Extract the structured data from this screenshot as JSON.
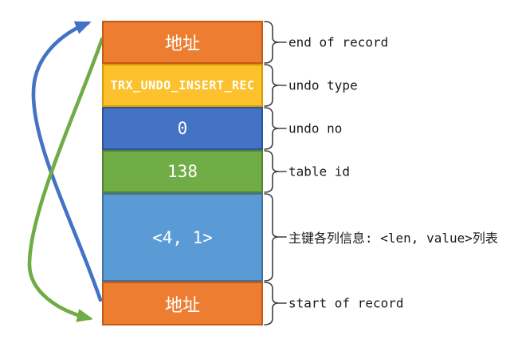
{
  "diagram": {
    "rows": [
      {
        "cell": "地址",
        "label": "end of record"
      },
      {
        "cell": "TRX_UNDO_INSERT_REC",
        "label": "undo type"
      },
      {
        "cell": "0",
        "label": "undo no"
      },
      {
        "cell": "138",
        "label": "table id"
      },
      {
        "cell": "<4, 1>",
        "label": "主键各列信息: <len, value>列表"
      },
      {
        "cell": "地址",
        "label": "start of record"
      }
    ],
    "arrows": [
      {
        "name": "pointer-to-end-of-record",
        "color": "#4472C4"
      },
      {
        "name": "pointer-to-start-of-record",
        "color": "#6FAC46"
      }
    ],
    "colors": {
      "orange_fill": "#ED7D31",
      "orange_border": "#C55A11",
      "gold_fill": "#FCC12D",
      "gold_border": "#D79B00",
      "blue_fill": "#4472C4",
      "blue_border": "#2F5597",
      "green_fill": "#70AD47",
      "green_border": "#538135",
      "lightblue_fill": "#5B9BD5",
      "lightblue_border": "#41719C",
      "brace": "#404040",
      "cell_text": "#FFFFFF",
      "label_text": "#1A1A1A"
    }
  }
}
